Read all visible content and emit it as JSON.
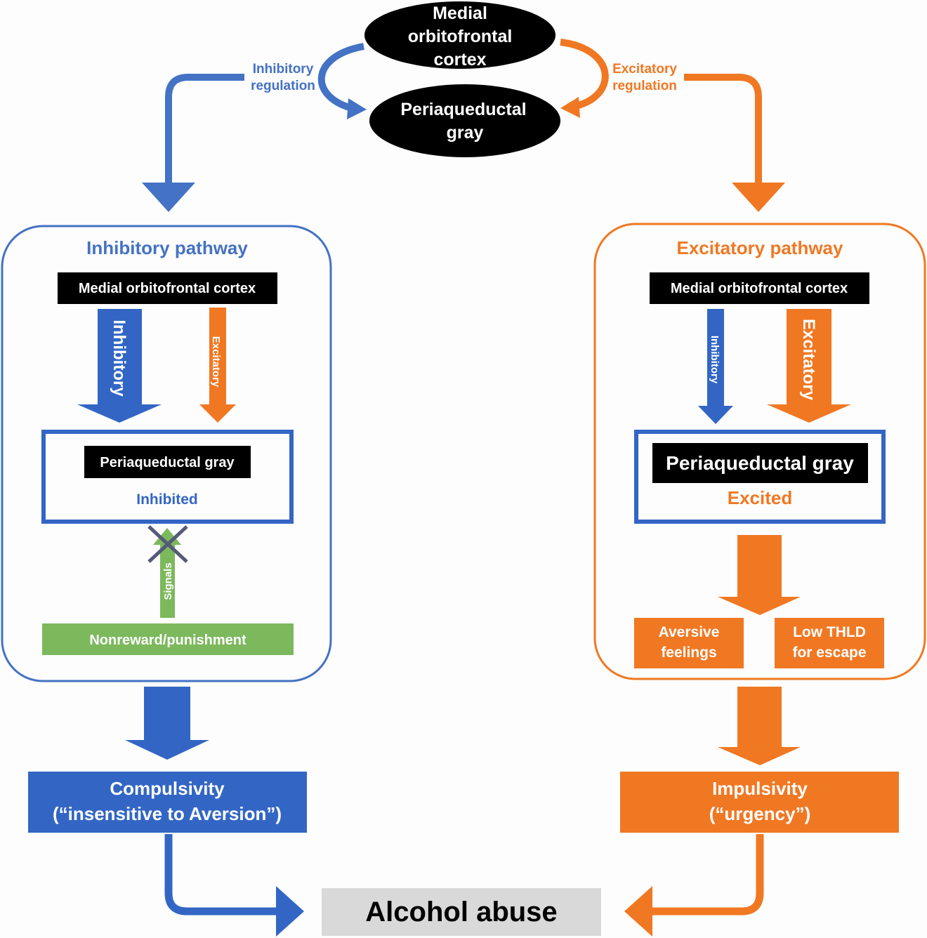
{
  "colors": {
    "blue": "#3366c4",
    "blue_light": "#4472c4",
    "orange": "#f07823",
    "green": "#7cb85c",
    "black": "#000000",
    "gray_box": "#d9d9d9",
    "cross": "#555a78"
  },
  "top": {
    "mofc_line1": "Medial",
    "mofc_line2": "orbitofrontal",
    "mofc_line3": "cortex",
    "pag_line1": "Periaqueductal",
    "pag_line2": "gray",
    "inhibitory_reg_line1": "Inhibitory",
    "inhibitory_reg_line2": "regulation",
    "excitatory_reg_line1": "Excitatory",
    "excitatory_reg_line2": "regulation"
  },
  "left": {
    "title": "Inhibitory pathway",
    "mofc": "Medial orbitofrontal cortex",
    "arrow_big": "Inhibitory",
    "arrow_small": "Excitatory",
    "pag": "Periaqueductal gray",
    "state": "Inhibited",
    "signals": "Signals",
    "nonreward": "Nonreward/punishment",
    "outcome_line1": "Compulsivity",
    "outcome_line2": "(“insensitive to Aversion”)"
  },
  "right": {
    "title": "Excitatory pathway",
    "mofc": "Medial orbitofrontal cortex",
    "arrow_small": "Inhibitory",
    "arrow_big": "Excitatory",
    "pag": "Periaqueductal gray",
    "state": "Excited",
    "aversive_line1": "Aversive",
    "aversive_line2": "feelings",
    "thld_line1": "Low THLD",
    "thld_line2": "for escape",
    "outcome_line1": "Impulsivity",
    "outcome_line2": "(“urgency”)"
  },
  "bottom": {
    "result": "Alcohol abuse"
  }
}
